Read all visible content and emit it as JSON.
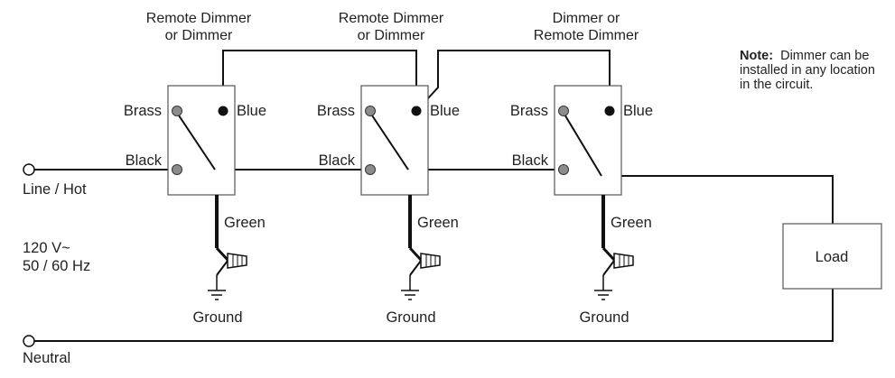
{
  "devices": [
    {
      "heading": [
        "Remote Dimmer",
        "or Dimmer"
      ],
      "brass": "Brass",
      "blue": "Blue",
      "black": "Black",
      "green": "Green",
      "ground": "Ground"
    },
    {
      "heading": [
        "Remote Dimmer",
        "or Dimmer"
      ],
      "brass": "Brass",
      "blue": "Blue",
      "black": "Black",
      "green": "Green",
      "ground": "Ground"
    },
    {
      "heading": [
        "Dimmer or",
        "Remote Dimmer"
      ],
      "brass": "Brass",
      "blue": "Blue",
      "black": "Black",
      "green": "Green",
      "ground": "Ground"
    }
  ],
  "note": {
    "bold": "Note:",
    "lines": [
      "Dimmer can be",
      "installed in any location",
      "in the circuit."
    ]
  },
  "supply": {
    "line": "Line / Hot",
    "voltage": "120 V~",
    "frequency": "50 / 60 Hz",
    "neutral": "Neutral"
  },
  "load": "Load",
  "colors": {
    "wire": "#111111",
    "terminal_brass": "#8c8c8c",
    "terminal_blue": "#111111",
    "box_border": "#555555"
  }
}
